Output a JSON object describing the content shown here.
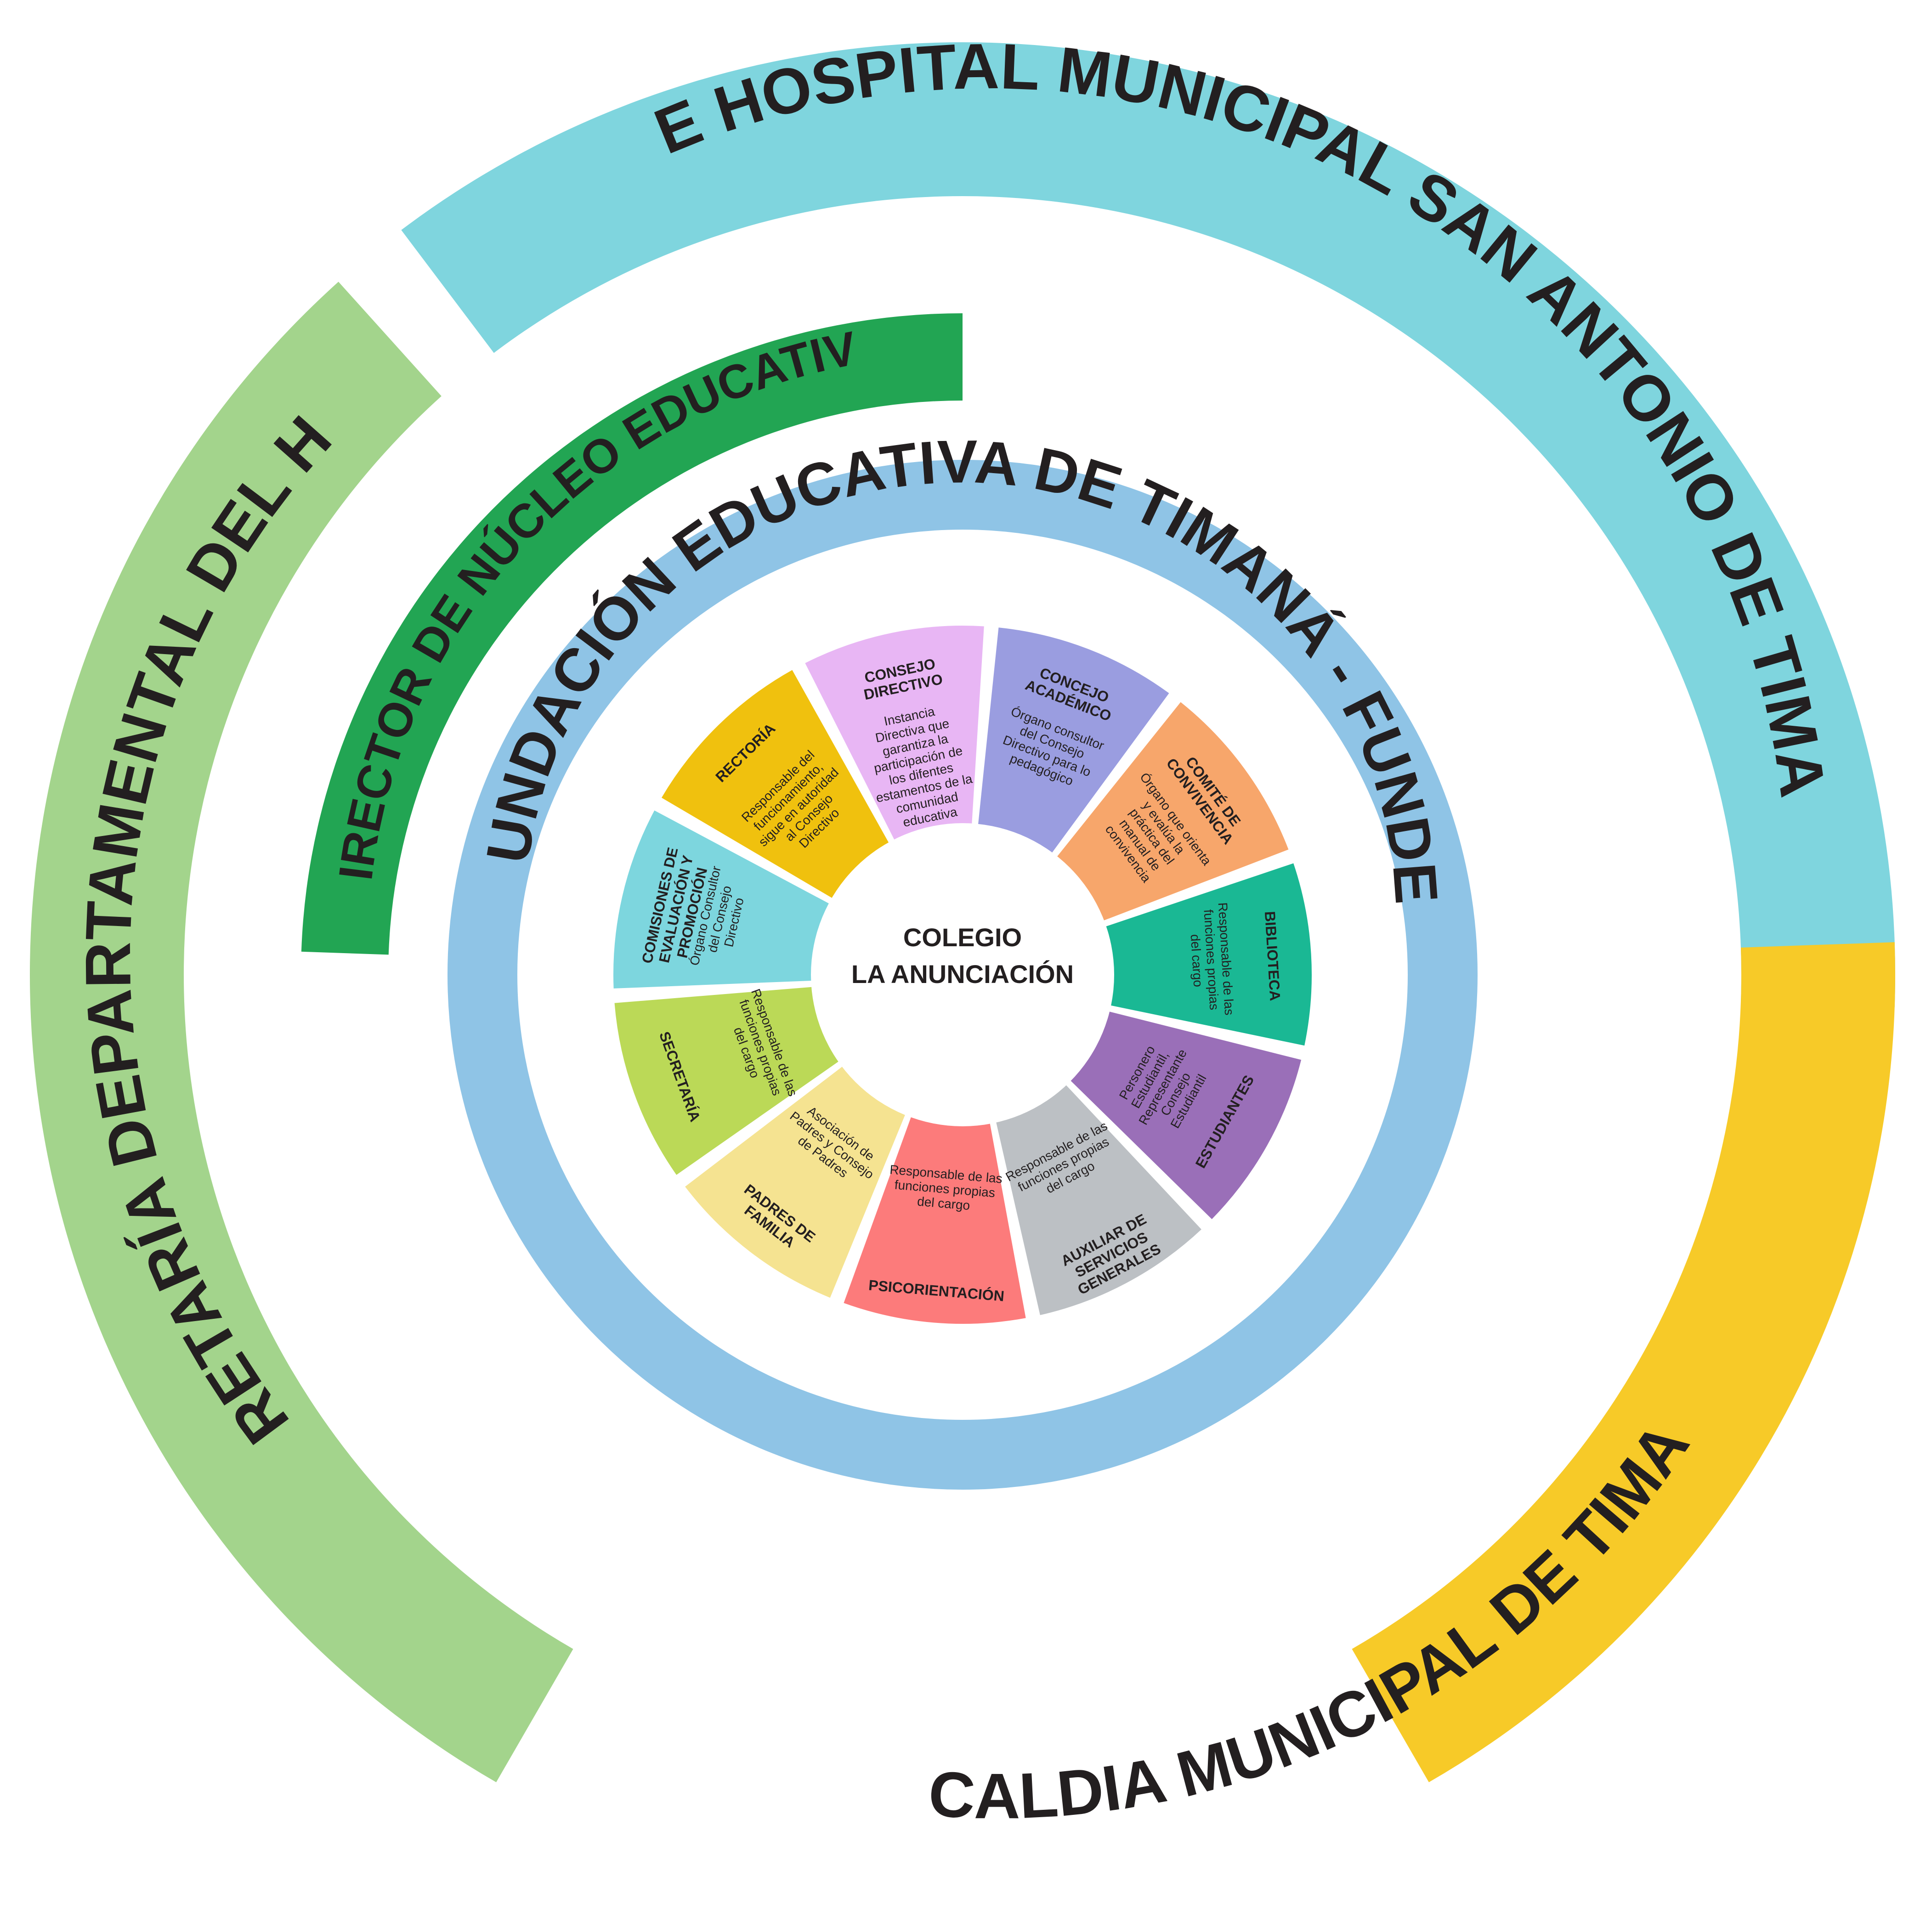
{
  "outer_rings": [
    {
      "id": "hospital",
      "label": "ESE HOSPITAL MUNICIPAL SAN ANTONIO DE TIMANÁ",
      "color": "#7fd5de"
    },
    {
      "id": "alcaldia",
      "label": "ALCALDIA MUNICIPAL DE TIMANÁ",
      "color": "#f7ca28"
    },
    {
      "id": "secretaria_dep",
      "label": "SECRETARÍA DEPARTAMENTAL DEL HUILA",
      "color": "#a3d48c"
    },
    {
      "id": "director",
      "label": "DIRECTOR DE NÚCLEO EDUCATIVO",
      "color": "#22a553"
    }
  ],
  "foundation": {
    "label": "FUNDACIÓN EDUCATIVA DE TIMANÁ - FUNDET",
    "color": "#8fc4e6"
  },
  "center": {
    "line1": "COLEGIO",
    "line2": "LA ANUNCIACIÓN"
  },
  "segments": [
    {
      "title": "CONSEJO DIRECTIVO",
      "desc": "Instancia Directiva que garantiza la participación de los difentes estamentos de la comunidad educativa",
      "color": "#e8b6f4"
    },
    {
      "title": "CONCEJO ACADÉMICO",
      "desc": "Órgano consultor del Consejo Directivo para lo pedagógico",
      "color": "#9a9de0"
    },
    {
      "title": "COMITÉ DE CONVIVENCIA",
      "desc": "Órgano que orienta y evalúa la práctica del manual de convivencia",
      "color": "#f7a66b"
    },
    {
      "title": "BIBLIOTECA",
      "desc": "Responsable de las funciones propias del cargo",
      "color": "#1ab894"
    },
    {
      "title": "ESTUDIANTES",
      "desc": "Personero Estudiantil, Representante Consejo Estudiantil",
      "color": "#9a6fb8"
    },
    {
      "title": "AUXILIAR DE SERVICIOS GENERALES",
      "desc": "Responsable de las funciones propias del cargo",
      "color": "#bcc0c4"
    },
    {
      "title": "PSICORIENTACIÓN",
      "desc": "Responsable de las funciones propias del cargo",
      "color": "#fc7b7b"
    },
    {
      "title": "PADRES DE FAMILIA",
      "desc": "Asociación de Padres y Consejo de Padres",
      "color": "#f5e391"
    },
    {
      "title": "SECRETARÍA",
      "desc": "Responsable de las funciones propias del cargo",
      "color": "#bbd957"
    },
    {
      "title": "COMISIONES DE EVALUACIÓN Y PROMOCIÓN",
      "desc": "Órgano Consultor del Consejo Directivo",
      "color": "#7dd6de"
    },
    {
      "title": "RECTORÍA",
      "desc": "Responsable del funcionamiento, sigue en autoridad al Consejo Directivo",
      "color": "#f0c10e"
    }
  ]
}
